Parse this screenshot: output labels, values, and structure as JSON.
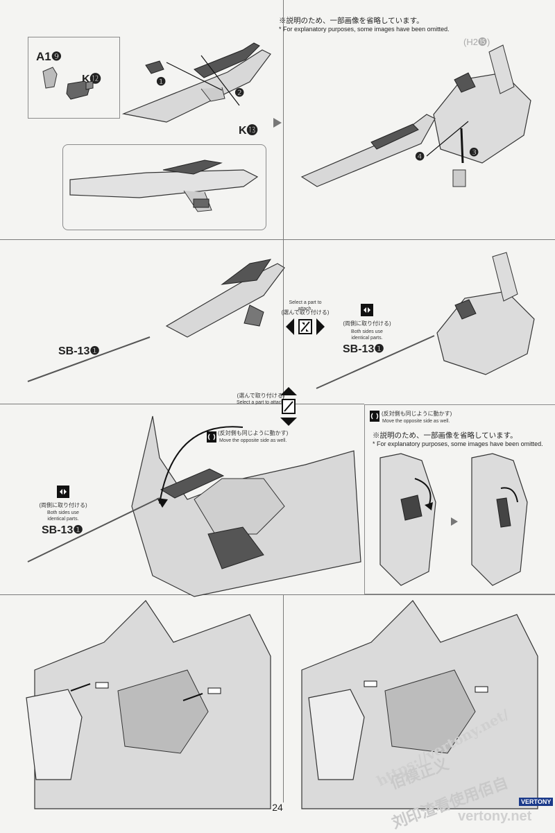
{
  "omitted_note": {
    "jp": "※説明のため、一部画像を省略しています。",
    "en": "* For explanatory purposes, some images have been omitted."
  },
  "labels": {
    "a19": "A1❾",
    "k12": "K⓬",
    "k13": "K⓭",
    "sb13": "SB-13❶",
    "h2": "(H2⓯)"
  },
  "steps": {
    "s1": "❶",
    "s2": "❷",
    "s3": "❸",
    "s4": "❹"
  },
  "select_part": {
    "jp": "(選んで取り付ける)",
    "en": "Select a part to attach."
  },
  "both_sides": {
    "jp": "(両側に取り付ける)",
    "en1": "Both sides use",
    "en2": "identical parts."
  },
  "opposite_side": {
    "jp": "(反対側も同じように動かす)",
    "en": "Move the opposite side as well."
  },
  "page_number": "24",
  "watermark": {
    "url": "https://vertony.net/",
    "cn1": "佰模正义",
    "cn2": "刘印渣看使用佰自",
    "brand": "vertony.net",
    "tag": "VERTONY"
  }
}
